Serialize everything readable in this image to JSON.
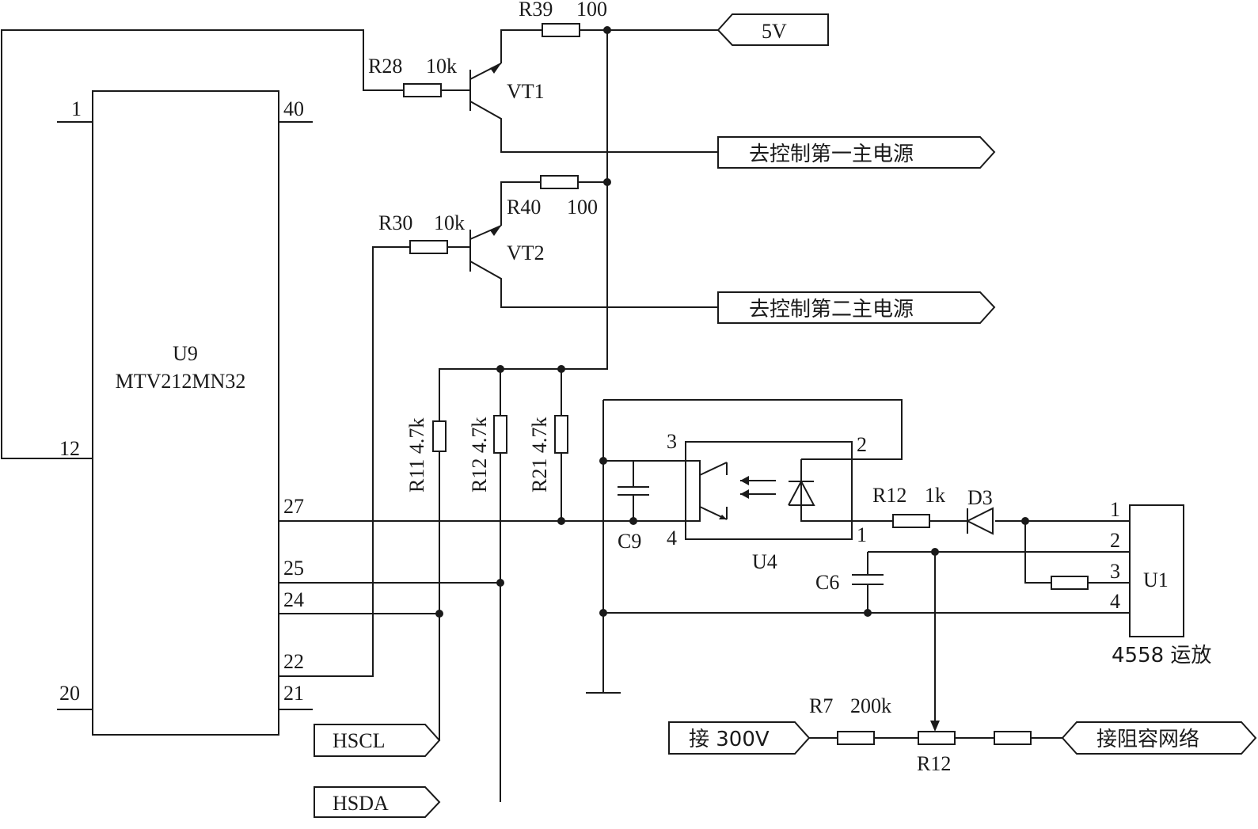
{
  "u9": {
    "ref": "U9",
    "part": "MTV212MN32",
    "pins": {
      "p1": "1",
      "p40": "40",
      "p12": "12",
      "p27": "27",
      "p25": "25",
      "p24": "24",
      "p22": "22",
      "p21": "21",
      "p20": "20"
    }
  },
  "vt1": {
    "ref": "VT1"
  },
  "vt2": {
    "ref": "VT2"
  },
  "r39": {
    "ref": "R39",
    "value": "100"
  },
  "r40": {
    "ref": "R40",
    "value": "100"
  },
  "r28": {
    "ref": "R28",
    "value": "10k"
  },
  "r30": {
    "ref": "R30",
    "value": "10k"
  },
  "r11": {
    "label": "R11  4.7k"
  },
  "r12p": {
    "label": "R12  4.7k"
  },
  "r21": {
    "label": "R21  4.7k"
  },
  "r12s": {
    "ref": "R12",
    "value": "1k"
  },
  "r7": {
    "ref": "R7",
    "value": "200k"
  },
  "r12pot": {
    "ref": "R12"
  },
  "d3": {
    "ref": "D3"
  },
  "c9": {
    "ref": "C9"
  },
  "c6": {
    "ref": "C6"
  },
  "u4": {
    "ref": "U4",
    "pins": {
      "p1": "1",
      "p2": "2",
      "p3": "3",
      "p4": "4"
    }
  },
  "u1": {
    "ref": "U1",
    "note": "4558 运放",
    "pins": {
      "p1": "1",
      "p2": "2",
      "p3": "3",
      "p4": "4"
    }
  },
  "ports": {
    "v5": "5V",
    "main1": "去控制第一主电源",
    "main2": "去控制第二主电源",
    "hscl": "HSCL",
    "hsda": "HSDA",
    "v300": "接 300V",
    "rc": "接阻容网络"
  }
}
